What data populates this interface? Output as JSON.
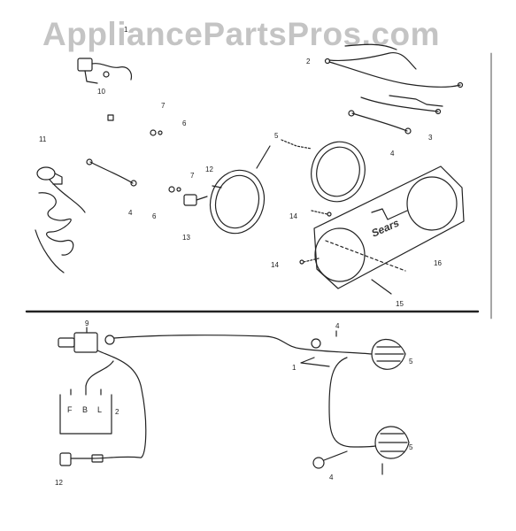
{
  "watermark": {
    "text": "AppliancePartsPros.com"
  },
  "panel": {
    "brand_text": "Sears"
  },
  "plug": {
    "pins": [
      "F",
      "B",
      "L"
    ]
  },
  "callouts": {
    "top": [
      "1",
      "2",
      "3",
      "4",
      "5",
      "6",
      "7",
      "10",
      "11",
      "12",
      "4",
      "6",
      "7",
      "13",
      "14",
      "14",
      "15",
      "16"
    ],
    "bottom": [
      "9",
      "4",
      "1",
      "5",
      "2",
      "5",
      "12",
      "4"
    ]
  },
  "colors": {
    "ink": "#222222",
    "watermark": "#c4c4c4",
    "paper": "#ffffff"
  }
}
